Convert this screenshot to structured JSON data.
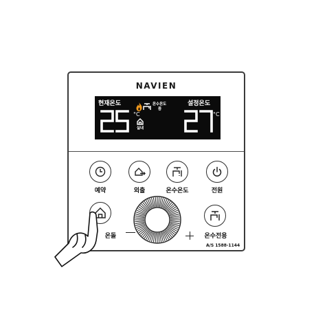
{
  "brand": "NAVIEN",
  "display": {
    "current_label": "현재온도",
    "current_value": "25",
    "set_label": "설정온도",
    "set_value": "27",
    "unit": "°C",
    "mode_label_line1": "온수온도",
    "mode_label_line2": "중",
    "indoor_label": "실내"
  },
  "buttons": {
    "reserve": "예약",
    "away": "외출",
    "hotwater_temp": "온수온도",
    "power": "전원",
    "heating": "온돌",
    "hotwater_only": "온수전용"
  },
  "dial": {
    "minus": "−",
    "plus": "+"
  },
  "service": "A/S 1588-1144",
  "colors": {
    "flame": "#f39a1d",
    "lcd_bg": "#0b0b0b",
    "outline": "#2b2b2b"
  },
  "icons": [
    "clock-icon",
    "away-house-icon",
    "faucet-icon",
    "power-icon",
    "home-icon",
    "flame-icon",
    "hand-pointer-icon"
  ]
}
